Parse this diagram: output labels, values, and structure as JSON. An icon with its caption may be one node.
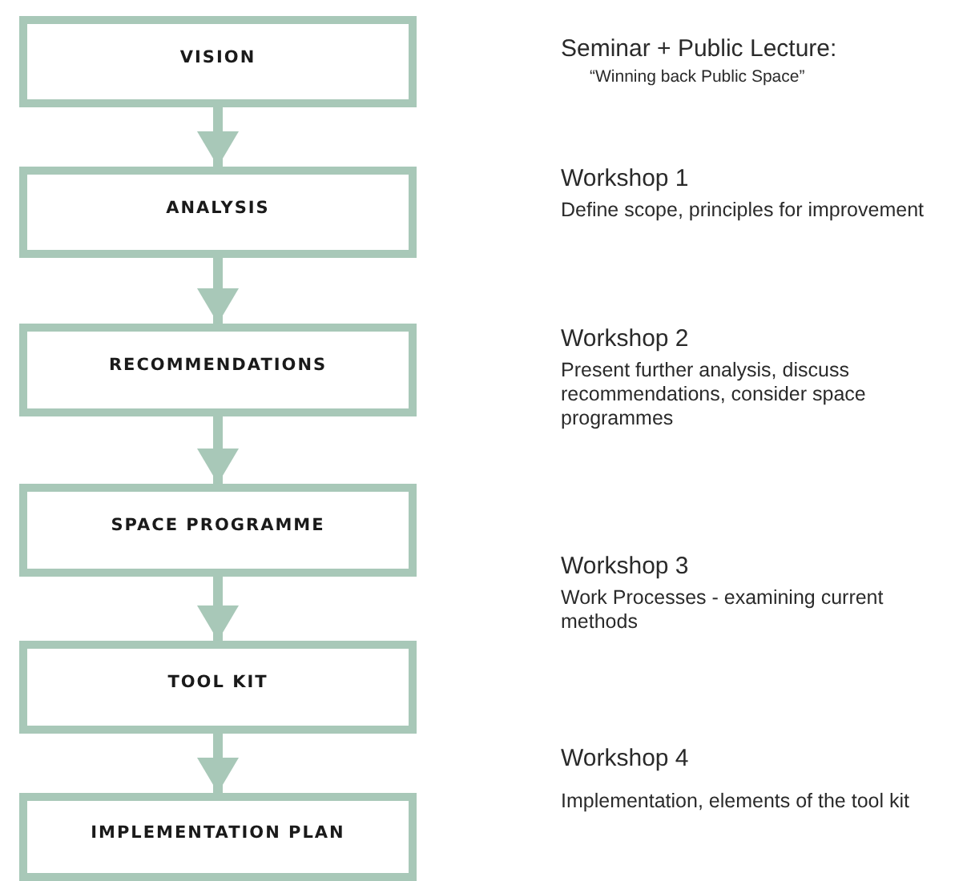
{
  "diagram": {
    "nodes": [
      {
        "text": [
          "VISION"
        ]
      },
      {
        "text": [
          "ANALYSIS"
        ]
      },
      {
        "text": [
          "RECOMMENDATIONS"
        ]
      },
      {
        "text": [
          "SPACE PROGRAMME"
        ]
      },
      {
        "text": [
          "TOOL KIT"
        ]
      },
      {
        "text": [
          "IMPLEMENTATION PLAN"
        ]
      }
    ],
    "edges": [
      {
        "from": 0,
        "to": 1,
        "arrow": "to"
      },
      {
        "from": 1,
        "to": 2,
        "arrow": "to"
      },
      {
        "from": 2,
        "to": 3,
        "arrow": "to"
      },
      {
        "from": 3,
        "to": 4,
        "arrow": "to"
      },
      {
        "from": 4,
        "to": 5,
        "arrow": "to"
      }
    ],
    "labels": [
      "Seminar + Public Lecture:",
      "“Winning back Public Space”",
      "Workshop 1",
      "Define scope, principles for improvement",
      "Workshop 2",
      "Present further analysis, discuss recommendations, consider space programmes",
      "Workshop 3",
      "Work Processes - examining current methods",
      "Workshop 4",
      "Implementation, elements of the tool kit"
    ]
  }
}
